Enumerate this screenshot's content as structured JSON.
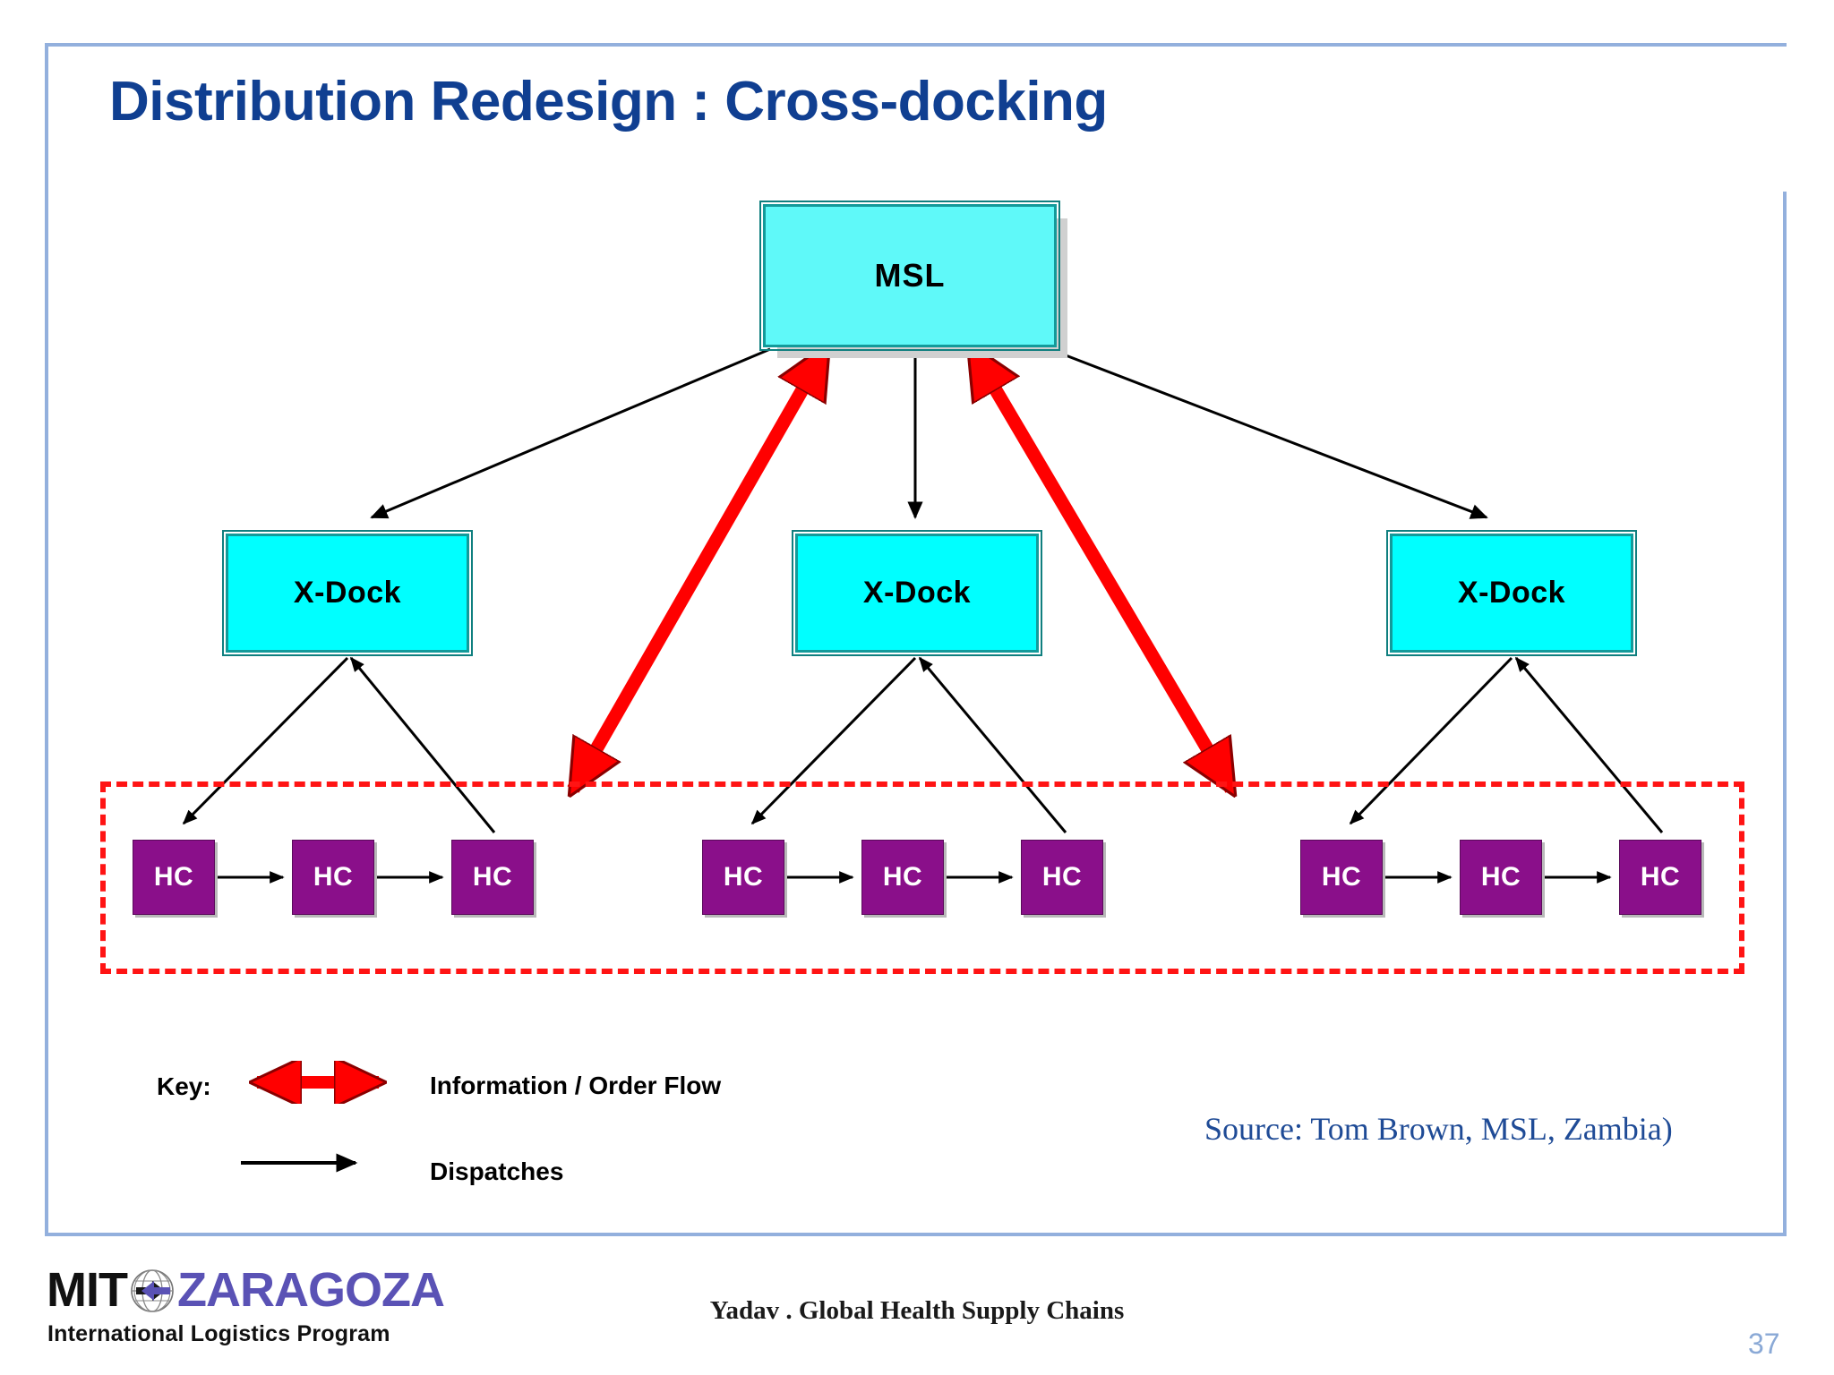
{
  "slide": {
    "title": "Distribution Redesign : Cross-docking",
    "page_number": "37",
    "frame_color": "#93b0dd",
    "title_color": "#103f91"
  },
  "diagram": {
    "type": "network-hierarchy",
    "msl": {
      "label": "MSL",
      "fill": "#5ff9f9",
      "border": "#139a9a"
    },
    "xdocks": [
      {
        "label": "X-Dock",
        "fill": "#00ffff",
        "border": "#139a9a"
      },
      {
        "label": "X-Dock",
        "fill": "#00ffff",
        "border": "#139a9a"
      },
      {
        "label": "X-Dock",
        "fill": "#00ffff",
        "border": "#139a9a"
      }
    ],
    "health_centers": [
      {
        "label": "HC"
      },
      {
        "label": "HC"
      },
      {
        "label": "HC"
      },
      {
        "label": "HC"
      },
      {
        "label": "HC"
      },
      {
        "label": "HC"
      },
      {
        "label": "HC"
      },
      {
        "label": "HC"
      },
      {
        "label": "HC"
      }
    ],
    "hc_fill": "#8a0f8a",
    "hc_region_border_color": "#ff1414",
    "information_flow_color": "#ff0000",
    "dispatch_flow_color": "#000000"
  },
  "legend": {
    "key_label": "Key:",
    "information_flow_label": "Information / Order Flow",
    "dispatches_label": "Dispatches"
  },
  "source": {
    "text": "Source: Tom Brown, MSL, Zambia)"
  },
  "footer": {
    "logo_mit": "MIT",
    "logo_zaragoza": "ZARAGOZA",
    "logo_tagline": "International Logistics Program",
    "center_text": "Yadav . Global Health Supply Chains"
  }
}
